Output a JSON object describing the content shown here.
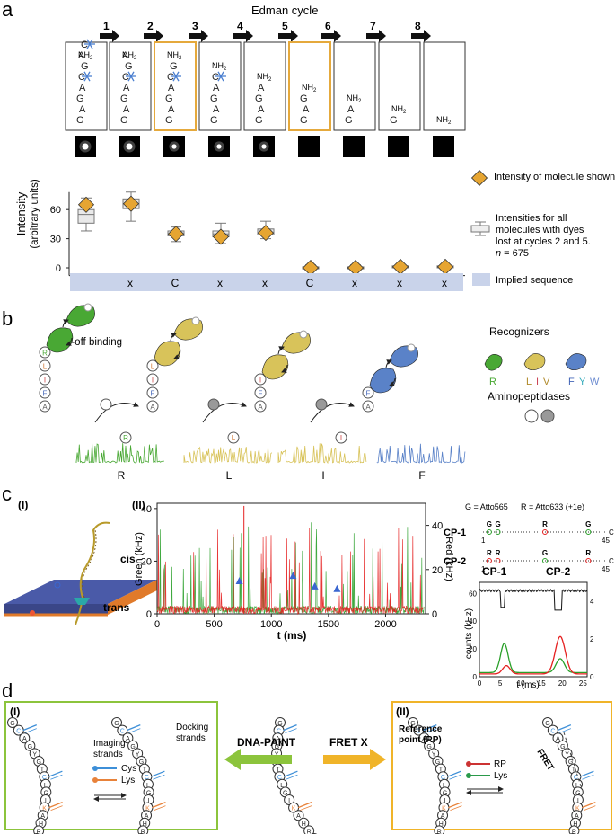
{
  "panel_a": {
    "letter": "a",
    "title": "Edman cycle",
    "cycles": [
      "1",
      "2",
      "3",
      "4",
      "5",
      "6",
      "7",
      "8"
    ],
    "chain_residues": [
      "C",
      "A",
      "G",
      "C",
      "A",
      "G",
      "A",
      "G"
    ],
    "amine": "NH",
    "amine_sub": "2",
    "ylabel_main": "Intensity",
    "ylabel_sub": "(arbitrary units)",
    "yticks": [
      "0",
      "30",
      "60"
    ],
    "sequence": [
      "x",
      "C",
      "x",
      "x",
      "C",
      "x",
      "x",
      "x"
    ],
    "legend": {
      "diamond": "Intensity of molecule shown in b",
      "box_line1": "Intensities for all",
      "box_line2": "molecules with dyes",
      "box_line3": "lost at cycles 2 and 5.",
      "n_label": "n",
      "n_value": " = 675",
      "implied": "Implied sequence"
    },
    "colors": {
      "diamond": "#e6a532",
      "highlight": "#e5a93c",
      "sequence_bar": "#c9d3ea",
      "dye": "#4a7fd0"
    }
  },
  "chart_data": {
    "type": "box",
    "categories": [
      "1",
      "2",
      "3",
      "4",
      "5",
      "6",
      "7",
      "8"
    ],
    "ylim": [
      -8,
      78
    ],
    "molecule_in_b": [
      65,
      66,
      35,
      32,
      36,
      0,
      0,
      1,
      1
    ],
    "boxes": [
      {
        "min": 38,
        "q1": 46,
        "median": 55,
        "q3": 60,
        "max": 72
      },
      {
        "min": 48,
        "q1": 61,
        "median": 66,
        "q3": 71,
        "max": 78
      },
      {
        "min": 27,
        "q1": 33,
        "median": 35,
        "q3": 38,
        "max": 42
      },
      {
        "min": 25,
        "q1": 32,
        "median": 35,
        "q3": 38,
        "max": 46
      },
      {
        "min": 30,
        "q1": 34,
        "median": 36,
        "q3": 40,
        "max": 48
      },
      {
        "min": -2,
        "q1": -1,
        "median": 0,
        "q3": 1,
        "max": 3
      },
      {
        "min": -2,
        "q1": -1,
        "median": 0,
        "q3": 1,
        "max": 3
      },
      {
        "min": -1,
        "q1": 0,
        "median": 1,
        "q3": 2,
        "max": 3
      },
      {
        "min": -1,
        "q1": 0,
        "median": 1,
        "q3": 2,
        "max": 3
      }
    ]
  },
  "panel_b": {
    "letter": "b",
    "binding": "On-off binding",
    "recognizers_title": "Recognizers",
    "aminopeptidases": "Aminopeptidases",
    "rec_labels": [
      "R",
      "L",
      "I",
      "V",
      "F",
      "Y",
      "W"
    ],
    "chain": [
      "R",
      "L",
      "I",
      "F",
      "A"
    ],
    "trace_labels": [
      "R",
      "L",
      "I",
      "F"
    ],
    "colors": {
      "green": "#49a834",
      "yellow": "#d8c35a",
      "blue": "#5a82c8"
    }
  },
  "panel_c": {
    "letter": "c",
    "sub_i": "(I)",
    "sub_ii": "(II)",
    "cis": "cis",
    "trans": "trans",
    "ylabel_left": "Green (kHz)",
    "ylabel_right": "Red (kHz)",
    "xlabel": "t (ms)",
    "xticks": [
      "0",
      "500",
      "1000",
      "1500",
      "2000"
    ],
    "yticks_left": [
      "0",
      "20",
      "40"
    ],
    "yticks_right": [
      "0",
      "20",
      "40"
    ],
    "dye_key_g": "G = Atto565",
    "dye_key_r": "R = Atto633 (+1e)",
    "cp1": "CP-1",
    "cp2": "CP-2",
    "cp1_marks": [
      "G",
      "G",
      "R",
      "G"
    ],
    "cp2_marks": [
      "R",
      "R",
      "G",
      "R"
    ],
    "strand_start": "1",
    "strand_end": "45",
    "strand_c": "C",
    "counts_label": "counts (kHz)",
    "inset_t": "t (ms)",
    "inset_xticks": [
      "0",
      "5",
      "10",
      "15",
      "20",
      "25"
    ],
    "inset_yticks": [
      "0",
      "20",
      "40",
      "60"
    ],
    "inset_rticks": [
      "0",
      "2",
      "4"
    ],
    "inset_cp1": "CP-1",
    "inset_cp2": "CP-2"
  },
  "panel_d": {
    "letter": "d",
    "sub_i": "(I)",
    "sub_ii": "(II)",
    "docking": "Docking\nstrands",
    "imaging": "Imaging\nstrands",
    "cys": "Cys",
    "lys": "Lys",
    "dna_paint": "DNA-PAINT",
    "fret_x": "FRET X",
    "ref_point": "Reference\npoint (RP)",
    "rp": "RP",
    "fret": "FRET",
    "peptide": [
      "G",
      "C",
      "A",
      "G",
      "Y",
      "G",
      "T",
      "C",
      "L",
      "G",
      "I",
      "K",
      "A",
      "H",
      "R",
      "G"
    ],
    "colors": {
      "green_box": "#8cc43c",
      "yellow_box": "#f0b429",
      "cys": "#3d8fd8",
      "lys": "#e8823a"
    }
  }
}
